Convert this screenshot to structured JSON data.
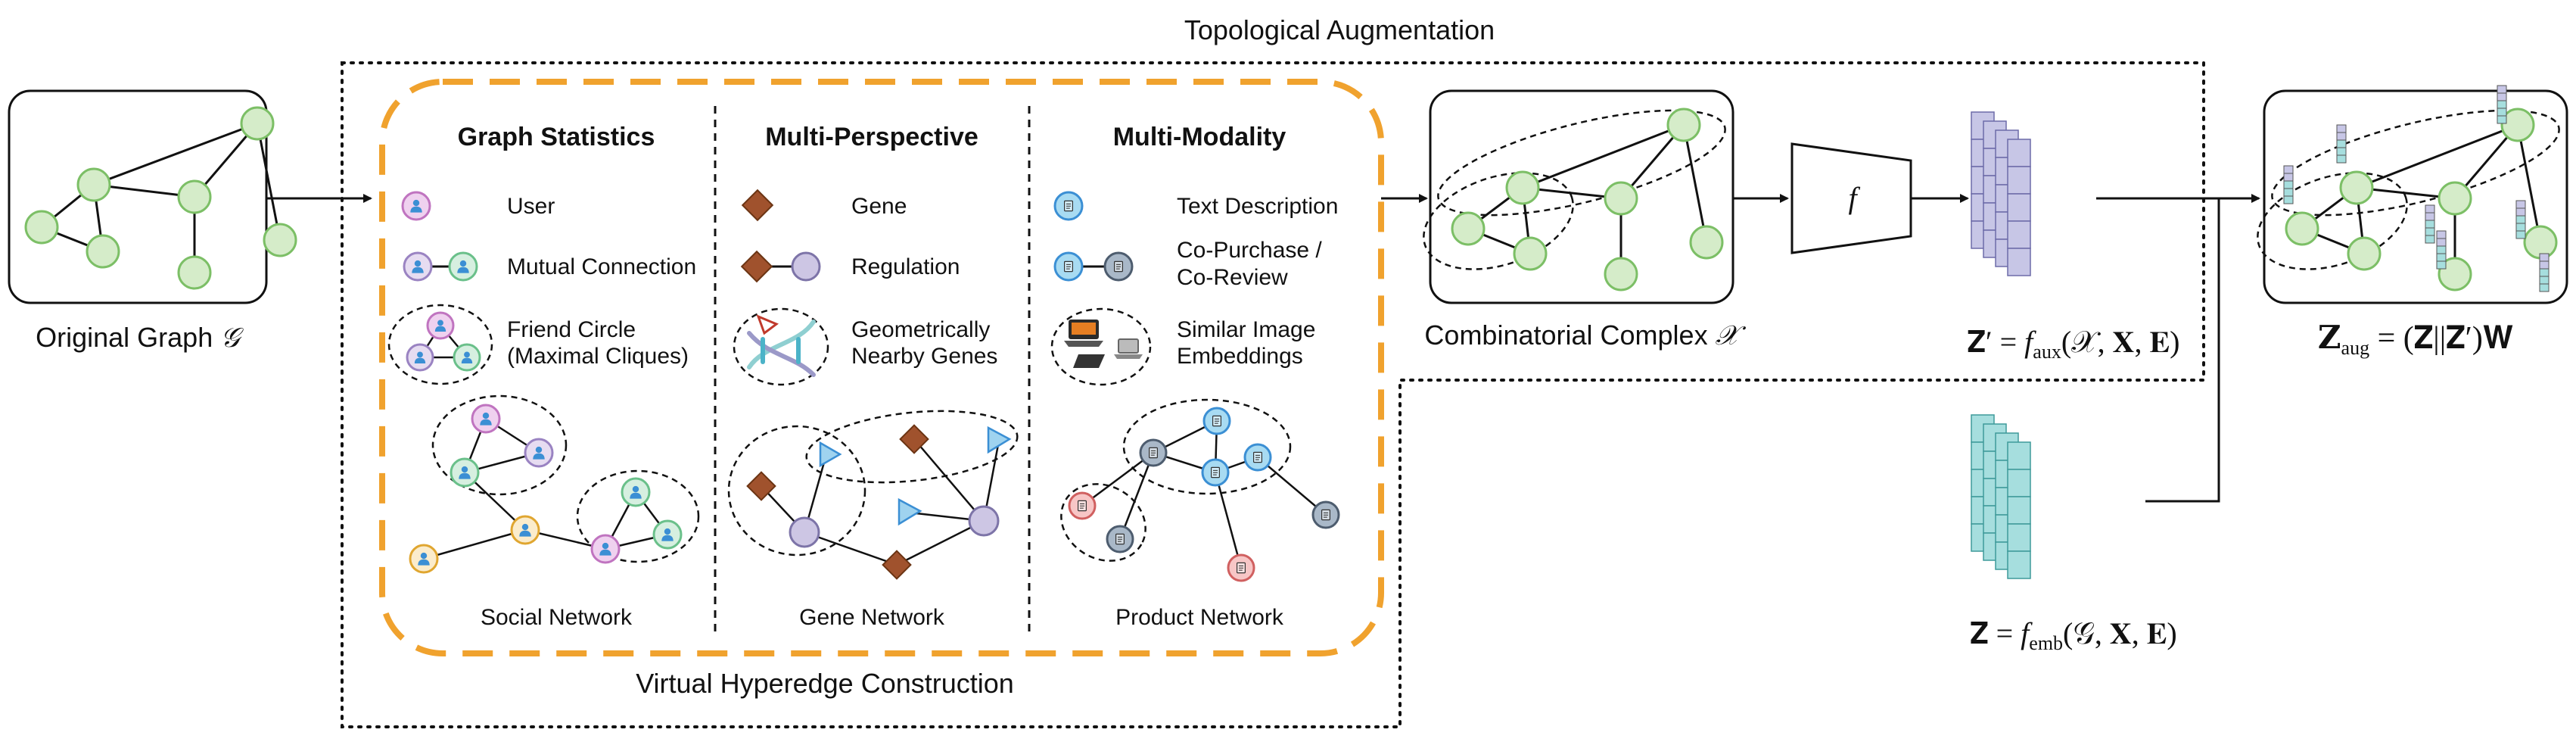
{
  "titles": {
    "topological_augmentation": "Topological Augmentation",
    "virtual_hyperedge_construction": "Virtual Hyperedge Construction"
  },
  "original_graph": {
    "label": "Original Graph",
    "symbol": "𝒢"
  },
  "combinatorial_complex": {
    "label": "Combinatorial Complex",
    "symbol": "𝒳"
  },
  "encoder": {
    "symbol": "f"
  },
  "columns": {
    "graph_statistics": {
      "title": "Graph Statistics",
      "legend": {
        "user": "User",
        "mutual_connection": "Mutual Connection",
        "friend_circle_1": "Friend Circle",
        "friend_circle_2": "(Maximal Cliques)"
      },
      "network_label": "Social Network"
    },
    "multi_perspective": {
      "title": "Multi-Perspective",
      "legend": {
        "gene": "Gene",
        "regulation": "Regulation",
        "nearby_1": "Geometrically",
        "nearby_2": "Nearby Genes"
      },
      "network_label": "Gene Network"
    },
    "multi_modality": {
      "title": "Multi-Modality",
      "legend": {
        "text_description": "Text Description",
        "copurchase_1": "Co-Purchase /",
        "copurchase_2": "Co-Review",
        "image_1": "Similar Image",
        "image_2": "Embeddings"
      },
      "network_label": "Product Network"
    }
  },
  "formulas": {
    "z_prime": {
      "lhs": "𝐙′ = ",
      "f": "f",
      "sub": "aux",
      "args": "(𝒳, 𝐗, 𝐄)"
    },
    "z": {
      "lhs": "𝐙 = ",
      "f": "f",
      "sub": "emb",
      "args": "(𝒢, 𝐗, 𝐄)"
    },
    "z_aug": {
      "lhs": "𝐙",
      "sub": "aug",
      "rhs": " = (𝐙||𝐙′)𝐖"
    }
  },
  "colors": {
    "node_green_fill": "#d5ecc9",
    "node_green_stroke": "#7cbf66",
    "orange_dash": "#f0a22e",
    "gene_brown": "#a0522d",
    "regulation_purple": "#cdc6e4",
    "triangle_blue": "#9fd3ef",
    "text_blue": "#a8dbf2",
    "copurchase_gray": "#a9b8c8",
    "image_red": "#f7c6c6",
    "aux_stack": "#c7c6e6",
    "emb_stack": "#a6dede"
  }
}
